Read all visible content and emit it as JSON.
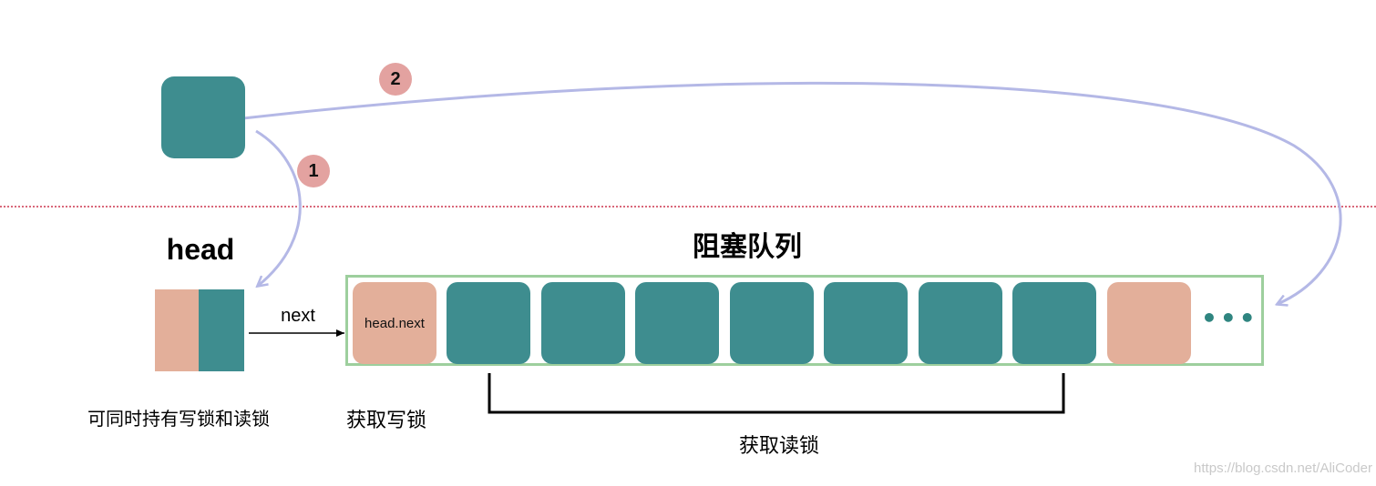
{
  "steps": {
    "step1": "1",
    "step2": "2"
  },
  "head": {
    "title": "head",
    "caption": "可同时持有写锁和读锁"
  },
  "link": {
    "next_label": "next"
  },
  "queue": {
    "title": "阻塞队列",
    "first_node_label": "head.next",
    "ellipsis": "•••"
  },
  "captions": {
    "write_lock": "获取写锁",
    "read_lock": "获取读锁"
  },
  "watermark": "https://blog.csdn.net/AliCoder",
  "colors": {
    "teal_node": "#3e8d8f",
    "salmon_node": "#e3af9a",
    "badge": "#e3a2a0",
    "curve": "#b4b8e6",
    "divider": "#d9687a",
    "queue_border": "#9dcf9d"
  }
}
